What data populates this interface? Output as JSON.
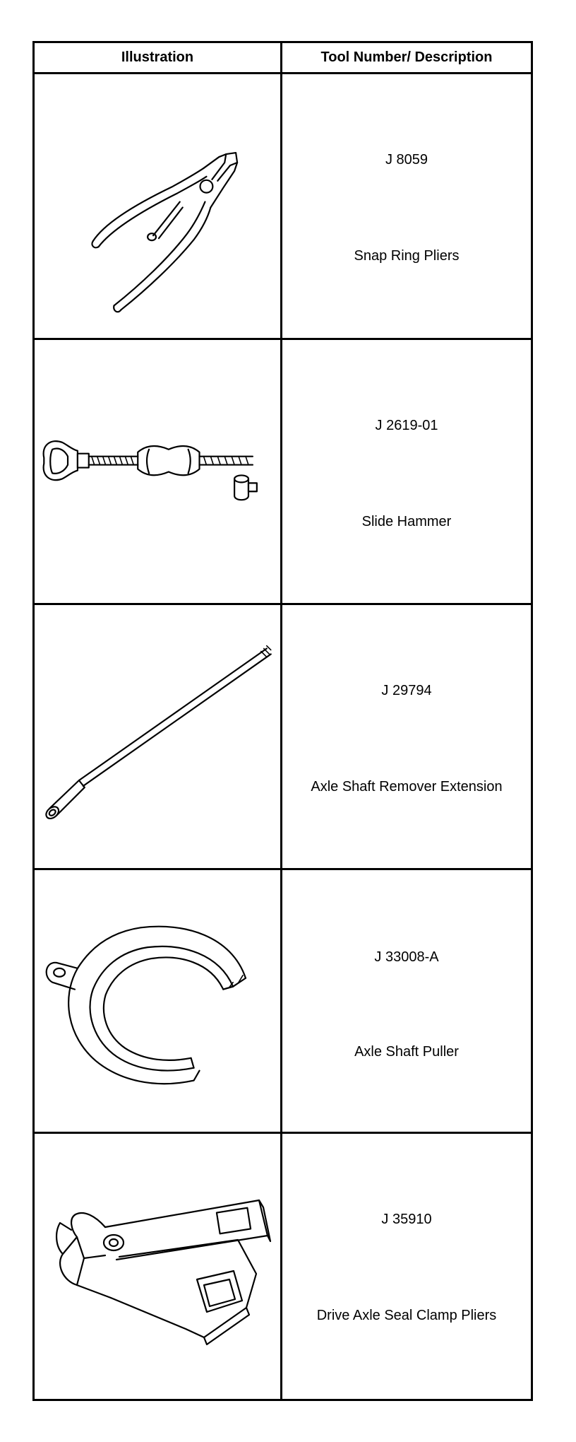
{
  "header": {
    "illustration": "Illustration",
    "tool": "Tool Number/ Description"
  },
  "rows": [
    {
      "number": "J 8059",
      "name": "Snap Ring Pliers",
      "icon": "snap-ring-pliers-icon"
    },
    {
      "number": "J 2619-01",
      "name": "Slide Hammer",
      "icon": "slide-hammer-icon"
    },
    {
      "number": "J 29794",
      "name": "Axle Shaft Remover Extension",
      "icon": "axle-shaft-remover-extension-icon"
    },
    {
      "number": "J 33008-A",
      "name": "Axle Shaft Puller",
      "icon": "axle-shaft-puller-icon"
    },
    {
      "number": "J 35910",
      "name": "Drive Axle Seal Clamp Pliers",
      "icon": "drive-axle-seal-clamp-pliers-icon"
    }
  ]
}
